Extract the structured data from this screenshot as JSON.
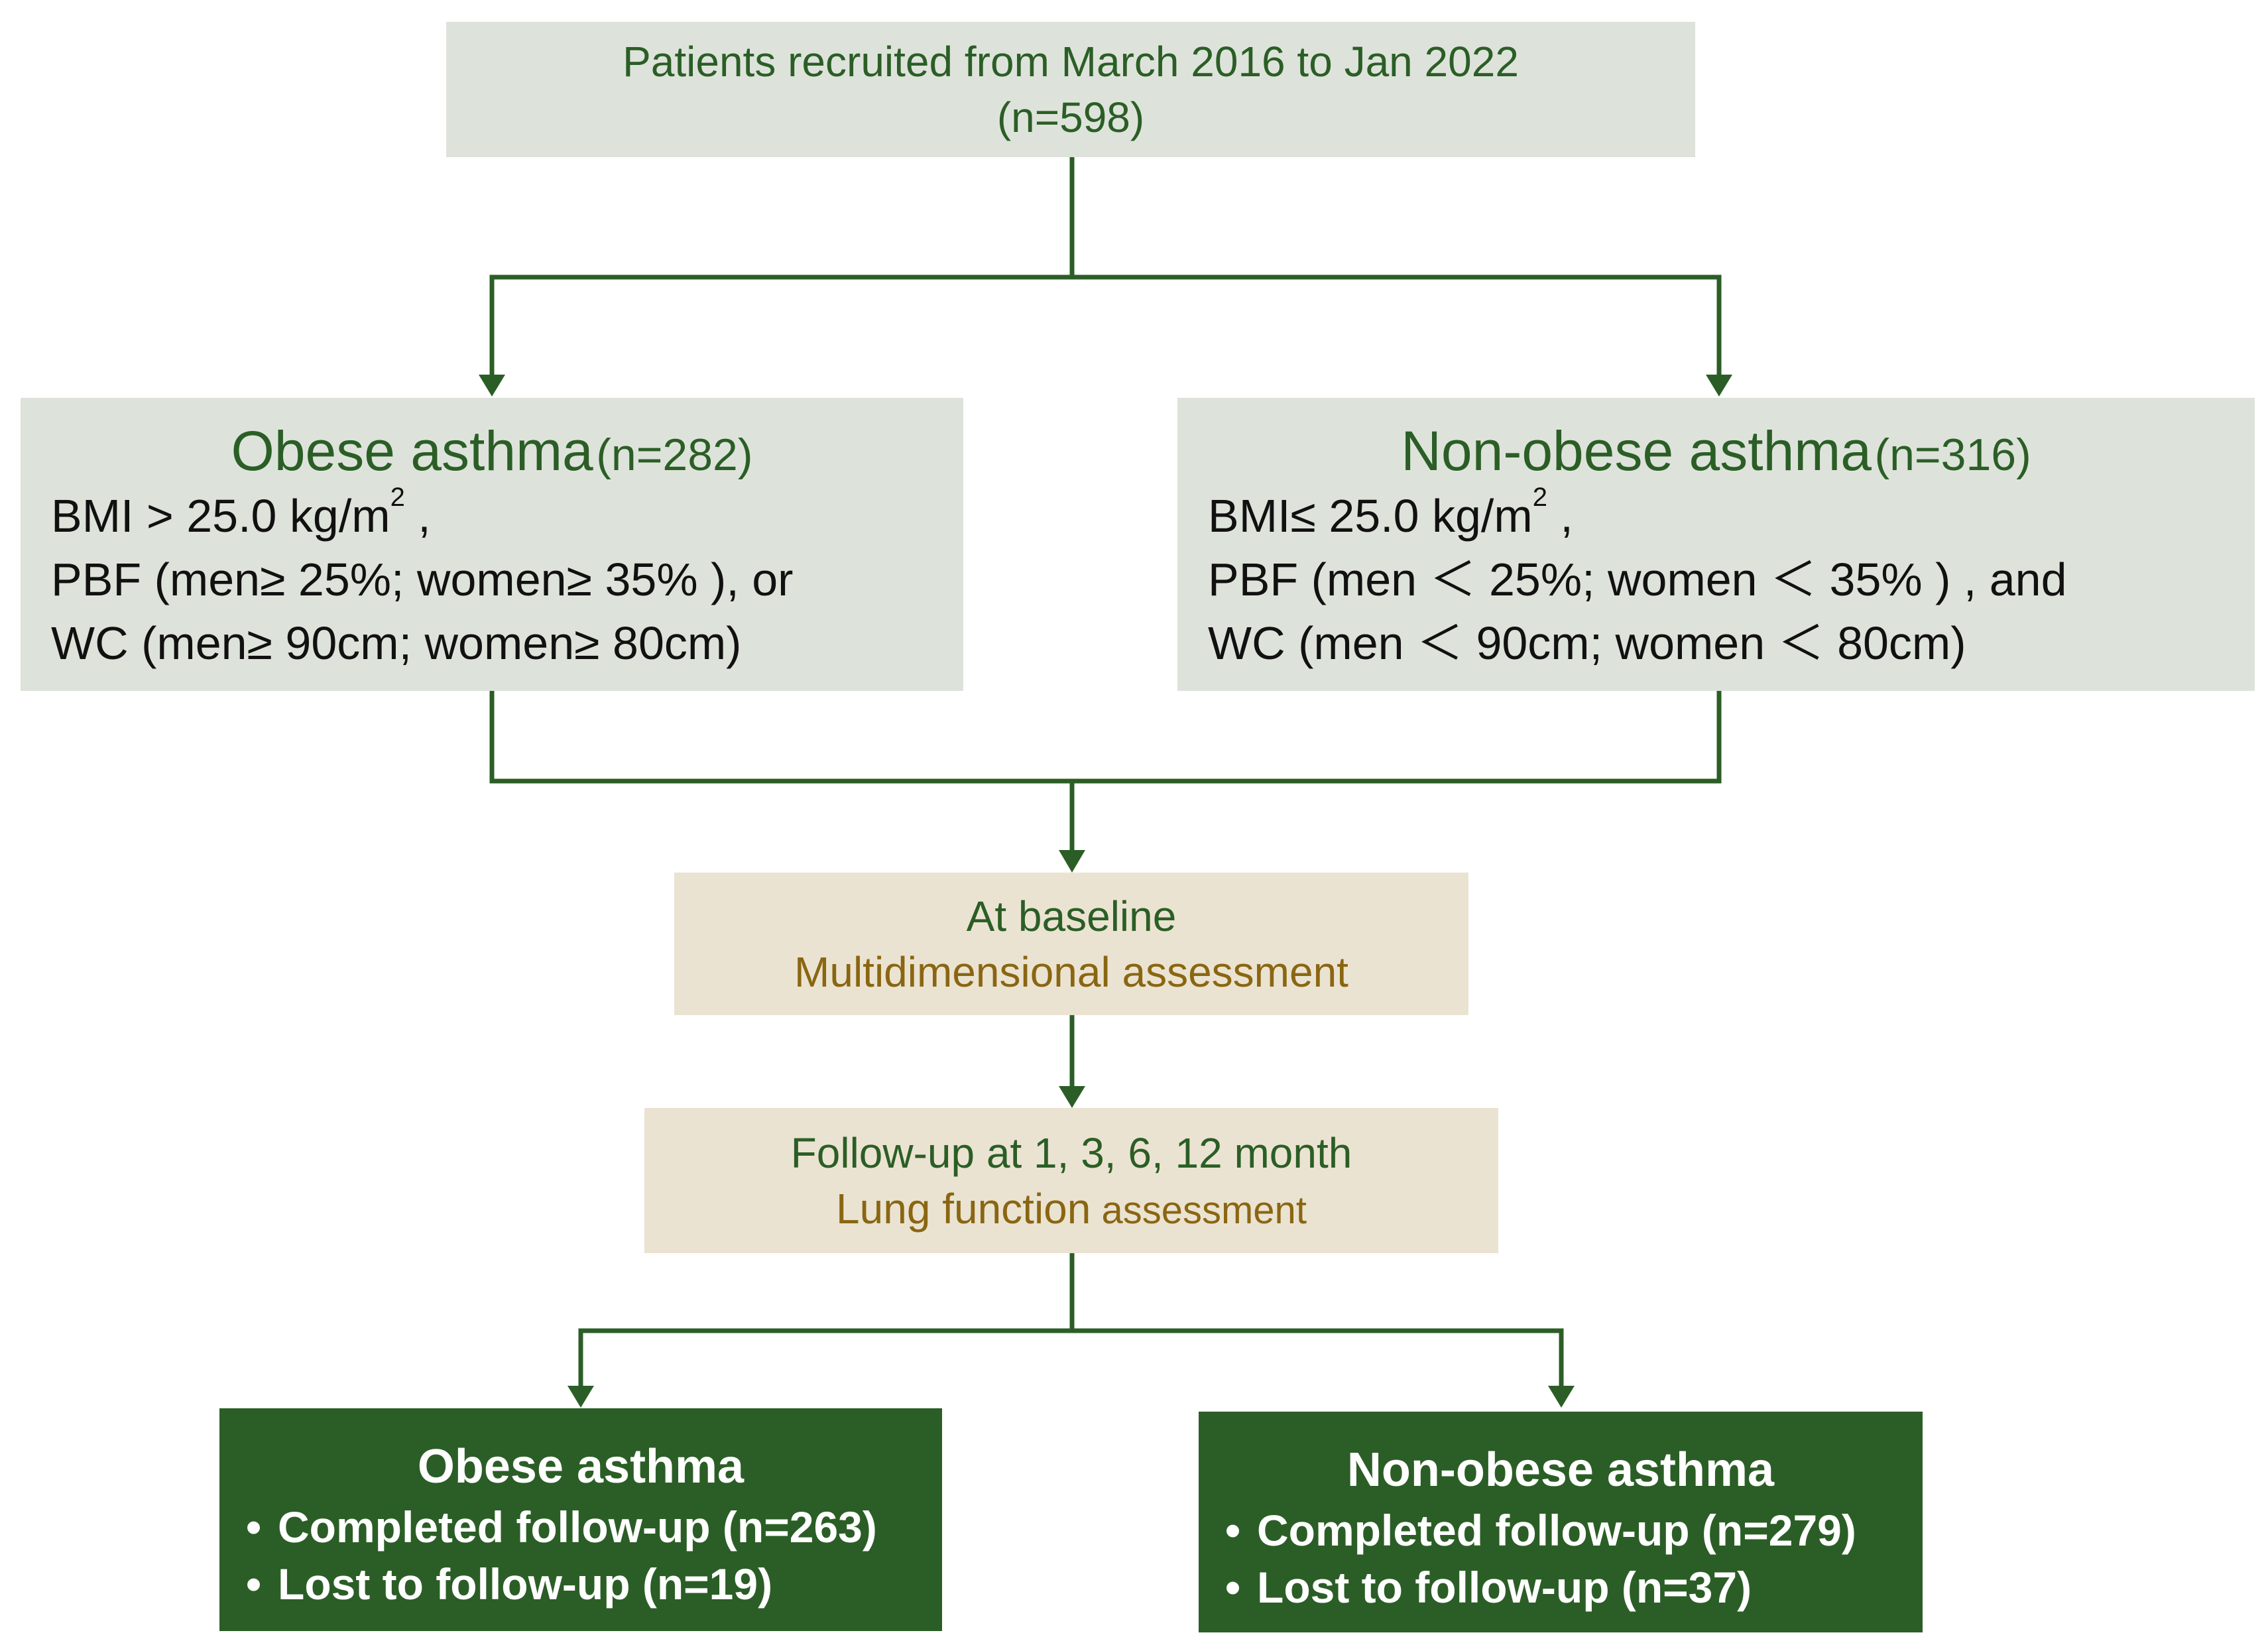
{
  "top": {
    "line1": "Patients recruited from March 2016 to Jan 2022",
    "line2": "(n=598)"
  },
  "obese": {
    "title": "Obese asthma",
    "count": "(n=282)",
    "bmi_prefix": "BMI >  25.0 kg/m",
    "bmi_sup": "2",
    "bmi_suffix": " ,",
    "pbf": "PBF (men≥ 25%; women≥ 35% ),  or",
    "wc": "WC (men≥ 90cm; women≥ 80cm)"
  },
  "nonobese": {
    "title": "Non-obese asthma",
    "count": "(n=316)",
    "bmi_prefix": "BMI≤ 25.0 kg/m",
    "bmi_sup": "2",
    "bmi_suffix": " ,",
    "pbf": "PBF (men ＜ 25%; women ＜ 35% ) , and",
    "wc": "WC (men ＜ 90cm; women ＜ 80cm)"
  },
  "baseline": {
    "line1": "At baseline",
    "line2": "Multidimensional assessment"
  },
  "followup": {
    "line1": "Follow-up at 1, 3, 6, 12 month",
    "line2a": "Lung function",
    "line2b": " assessment"
  },
  "outcome_obese": {
    "title": "Obese asthma",
    "items": [
      "Completed follow-up (n=263)",
      "Lost to follow-up (n=19)"
    ]
  },
  "outcome_nonobese": {
    "title": "Non-obese asthma",
    "items": [
      "Completed follow-up (n=279)",
      "Lost to follow-up (n=37)"
    ]
  },
  "colors": {
    "grey_box": "#dde3da",
    "beige_box": "#ebe3d1",
    "dark_green": "#2b5e26",
    "gold_text": "#8a6612"
  }
}
